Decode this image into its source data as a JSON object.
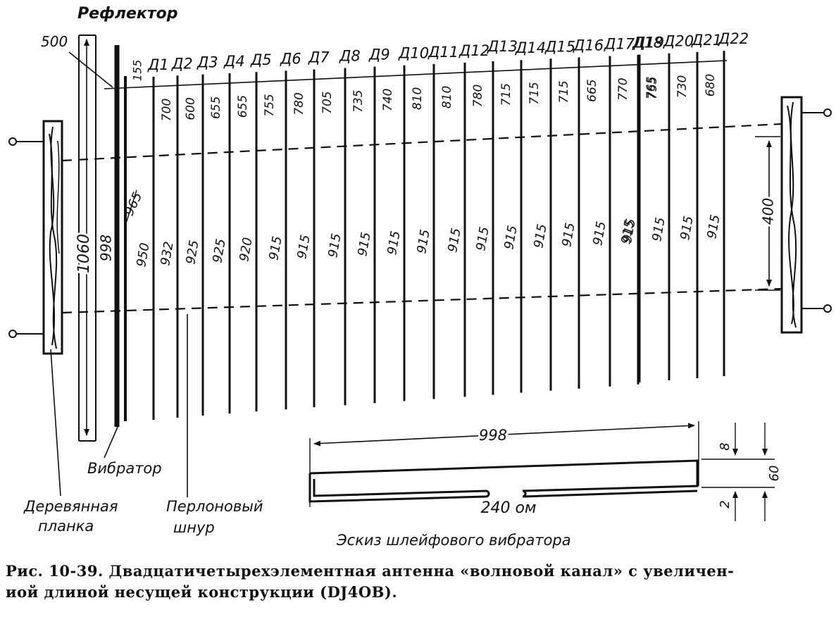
{
  "labels": {
    "reflector": "Рефлектор",
    "vibrator": "Вибратор",
    "wood": [
      "Деревянная",
      "планка"
    ],
    "cord": [
      "Перлоновый",
      "шнур"
    ],
    "sketch": "Эскиз шлейфового вибратора"
  },
  "dims": {
    "d500": "500",
    "d155": "155",
    "d965": "965",
    "d1060": "1060",
    "d998": "998",
    "d400": "400",
    "loop_len": "998",
    "loop_imp": "240 ом",
    "loop_8": "8",
    "loop_60": "60",
    "loop_2": "2"
  },
  "directors": [
    {
      "name": "Д1",
      "spacing": "700",
      "length": "950"
    },
    {
      "name": "Д2",
      "spacing": "600",
      "length": "932"
    },
    {
      "name": "Д3",
      "spacing": "655",
      "length": "925"
    },
    {
      "name": "Д4",
      "spacing": "655",
      "length": "925"
    },
    {
      "name": "Д5",
      "spacing": "755",
      "length": "920"
    },
    {
      "name": "Д6",
      "spacing": "780",
      "length": "915"
    },
    {
      "name": "Д7",
      "spacing": "705",
      "length": "915"
    },
    {
      "name": "Д8",
      "spacing": "735",
      "length": "915"
    },
    {
      "name": "Д9",
      "spacing": "740",
      "length": "915"
    },
    {
      "name": "Д10",
      "spacing": "810",
      "length": "915"
    },
    {
      "name": "Д11",
      "spacing": "810",
      "length": "915"
    },
    {
      "name": "Д12",
      "spacing": "780",
      "length": "915"
    },
    {
      "name": "Д13",
      "spacing": "715",
      "length": "915"
    },
    {
      "name": "Д14",
      "spacing": "715",
      "length": "915"
    },
    {
      "name": "Д15",
      "spacing": "715",
      "length": "915"
    },
    {
      "name": "Д16",
      "spacing": "665",
      "length": "915"
    },
    {
      "name": "Д17",
      "spacing": "770",
      "length": "915"
    },
    {
      "name": "Д18",
      "spacing": "765",
      "length": "915"
    },
    {
      "name": "Д19",
      "spacing": "755",
      "length": "915"
    },
    {
      "name": "Д20",
      "spacing": "730",
      "length": "915"
    },
    {
      "name": "Д21",
      "spacing": "680",
      "length": "915"
    },
    {
      "name": "Д22",
      "spacing": "",
      "length": "915"
    }
  ],
  "caption": {
    "line1": "Рис. 10-39. Двадцатичетырехэлементная антенна «волновой канал» с увеличен-",
    "line2": "иой длиной несущей конструкции (DJ4OB)."
  }
}
